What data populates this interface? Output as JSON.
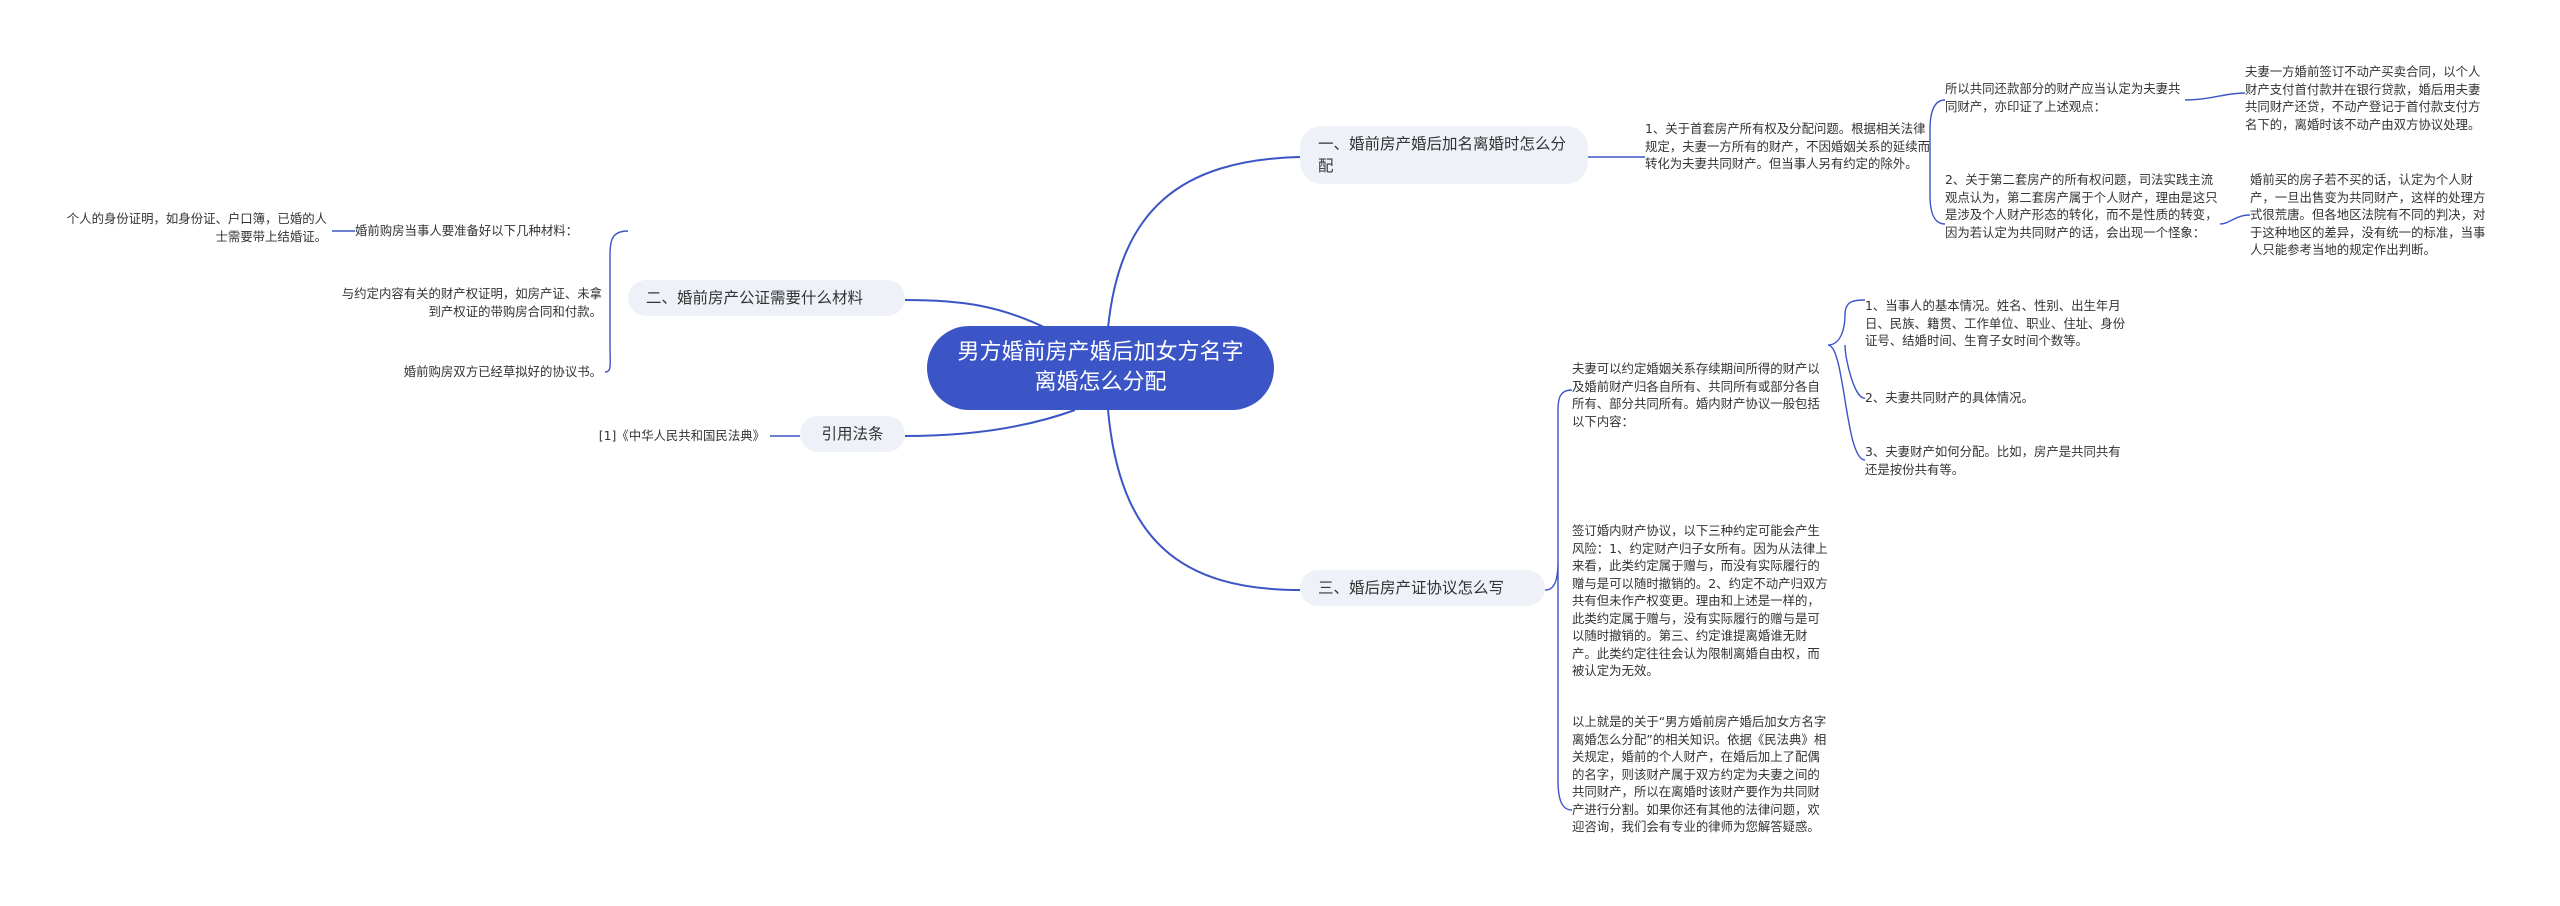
{
  "root": {
    "label": "男方婚前房产婚后加女方名字离婚怎么分配"
  },
  "branches": {
    "b1": {
      "label": "一、婚前房产婚后加名离婚时怎么分配",
      "c1": "1、关于首套房产所有权及分配问题。根据相关法律规定，夫妻一方所有的财产，不因婚姻关系的延续而转化为夫妻共同财产。但当事人另有约定的除外。",
      "c2": "所以共同还款部分的财产应当认定为夫妻共同财产，亦印证了上述观点：",
      "c3": "2、关于第二套房产的所有权问题，司法实践主流观点认为，第二套房产属于个人财产，理由是这只是涉及个人财产形态的转化，而不是性质的转变，因为若认定为共同财产的话，会出现一个怪象：",
      "c2a": "夫妻一方婚前签订不动产买卖合同，以个人财产支付首付款并在银行贷款，婚后用夫妻共同财产还贷，不动产登记于首付款支付方名下的，离婚时该不动产由双方协议处理。",
      "c3a": "婚前买的房子若不买的话，认定为个人财产，一旦出售变为共同财产，这样的处理方式很荒唐。但各地区法院有不同的判决，对于这种地区的差异，没有统一的标准，当事人只能参考当地的规定作出判断。"
    },
    "b2": {
      "label": "二、婚前房产公证需要什么材料",
      "c1": "婚前购房当事人要准备好以下几种材料：",
      "c1a": "个人的身份证明，如身份证、户口簿，已婚的人士需要带上结婚证。",
      "c2": "与约定内容有关的财产权证明，如房产证、未拿到产权证的带购房合同和付款。",
      "c3": "婚前购房双方已经草拟好的协议书。"
    },
    "b3": {
      "label": "引用法条",
      "c1": "[1]《中华人民共和国民法典》"
    },
    "b4": {
      "label": "三、婚后房产证协议怎么写",
      "c1": "夫妻可以约定婚姻关系存续期间所得的财产以及婚前财产归各自所有、共同所有或部分各自所有、部分共同所有。婚内财产协议一般包括以下内容：",
      "c1a": "1、当事人的基本情况。姓名、性别、出生年月日、民族、籍贯、工作单位、职业、住址、身份证号、结婚时间、生育子女时间个数等。",
      "c1b": "2、夫妻共同财产的具体情况。",
      "c1c": "3、夫妻财产如何分配。比如，房产是共同共有还是按份共有等。",
      "c2": "签订婚内财产协议，以下三种约定可能会产生风险：1、约定财产归子女所有。因为从法律上来看，此类约定属于赠与，而没有实际履行的赠与是可以随时撤销的。2、约定不动产归双方共有但未作产权变更。理由和上述是一样的，此类约定属于赠与，没有实际履行的赠与是可以随时撤销的。第三、约定谁提离婚谁无财产。此类约定往往会认为限制离婚自由权，而被认定为无效。",
      "c3": "以上就是的关于“男方婚前房产婚后加女方名字离婚怎么分配”的相关知识。依据《民法典》相关规定，婚前的个人财产，在婚后加上了配偶的名字，则该财产属于双方约定为夫妻之间的共同财产，所以在离婚时该财产要作为共同财产进行分割。如果你还有其他的法律问题，欢迎咨询，我们会有专业的律师为您解答疑惑。"
    }
  },
  "colors": {
    "accent": "#3b55c6",
    "branch_bg": "#eef1f8",
    "text": "#333333"
  }
}
